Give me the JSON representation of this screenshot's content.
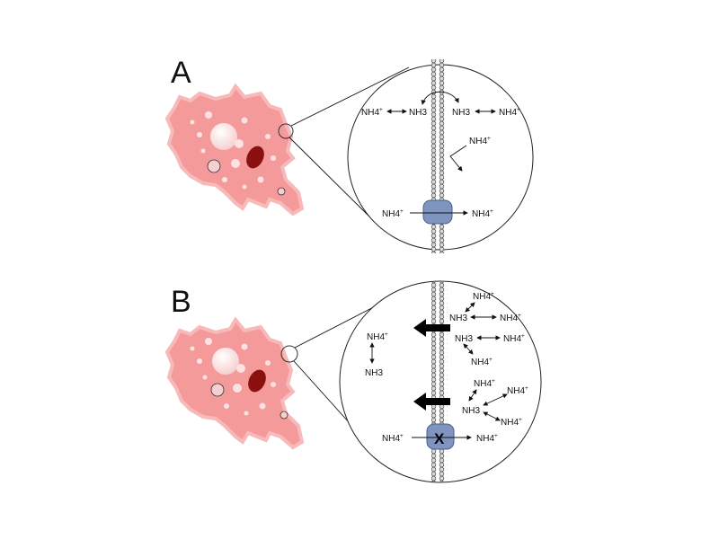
{
  "panels": [
    {
      "letter": "A",
      "labels": {
        "out_nh4": "NH4",
        "out_nh3": "NH3",
        "in_nh3": "NH3",
        "in_nh4": "NH4",
        "mid_nh4": "NH4",
        "chan_left": "NH4",
        "chan_right": "NH4"
      }
    },
    {
      "letter": "B",
      "labels": {
        "out_nh4": "NH4",
        "out_nh3": "NH3",
        "g1_top": "NH4",
        "g1_nh3": "NH3",
        "g1_right": "NH4",
        "g2_nh3": "NH3",
        "g2_right": "NH4",
        "g2_bottom": "NH4",
        "g3_top": "NH4",
        "g3_topright": "NH4",
        "g3_nh3": "NH3",
        "g3_bottomright": "NH4",
        "chan_left": "NH4",
        "chan_right": "NH4",
        "block": "X"
      }
    }
  ],
  "superscript": "+",
  "colors": {
    "cell_fill": "#f49a9a",
    "cell_edge": "#f7b9b9",
    "nucleus": "#8b1010",
    "channel": "#7f95bf",
    "membrane_bead": "#d9d9d9",
    "efflux_arrow": "#000000"
  }
}
